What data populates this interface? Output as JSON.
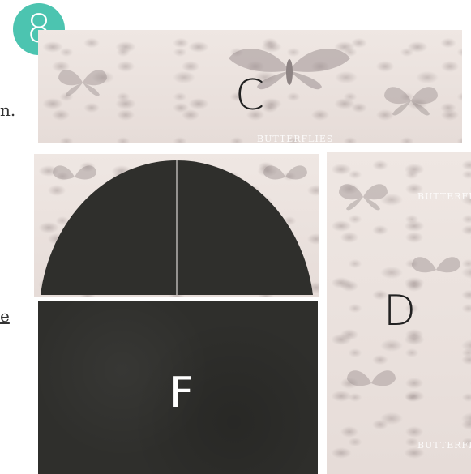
{
  "step": {
    "number": "8",
    "color": "#4cc4b0"
  },
  "edge_text": {
    "line1": "n.",
    "line2": "e"
  },
  "pieces": {
    "c": {
      "label": "C"
    },
    "d": {
      "label": "D"
    },
    "f": {
      "label": "F"
    }
  },
  "watermark": "BUTTERFLIES",
  "colors": {
    "paper": "#e9e0dc",
    "dark": "#2f2f2c",
    "label_dark": "#222222",
    "label_light": "#ffffff"
  },
  "icons": [
    "moth-icon",
    "butterfly-icon"
  ]
}
